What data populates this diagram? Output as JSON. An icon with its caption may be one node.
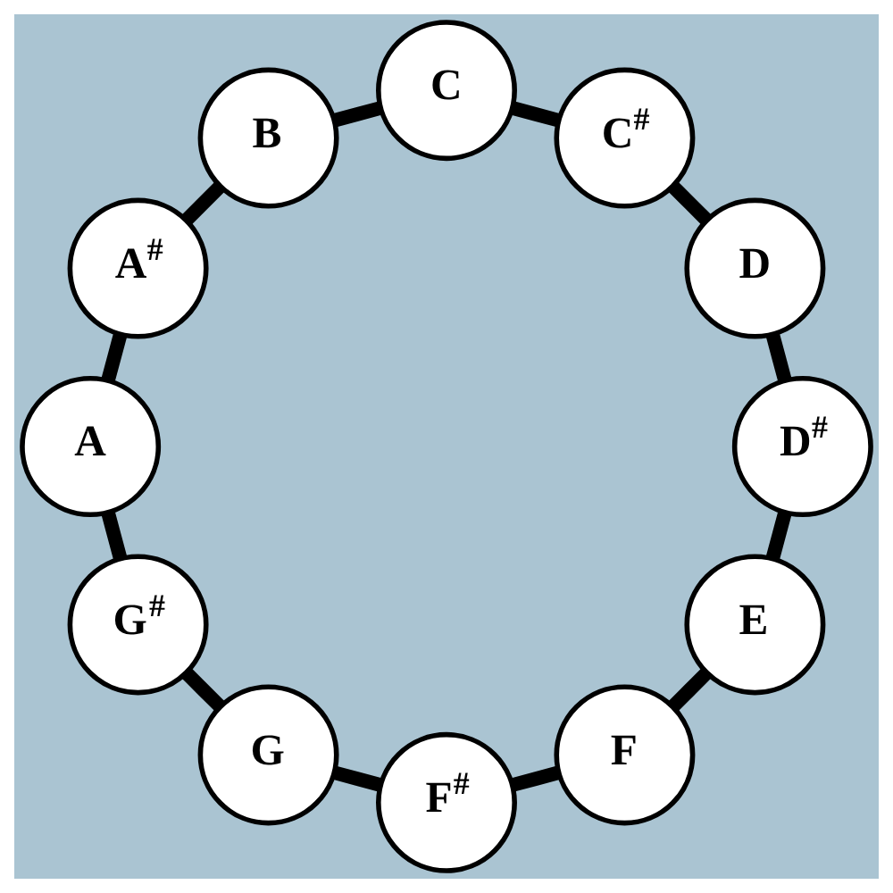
{
  "diagram": {
    "nodes": [
      {
        "text": [
          "C"
        ]
      },
      {
        "text": [
          "C$^{#}$"
        ]
      },
      {
        "text": [
          "D"
        ]
      },
      {
        "text": [
          "D$^{#}$"
        ]
      },
      {
        "text": [
          "E"
        ]
      },
      {
        "text": [
          "F"
        ]
      },
      {
        "text": [
          "F$^{#}$"
        ]
      },
      {
        "text": [
          "G"
        ]
      },
      {
        "text": [
          "G$^{#}$"
        ]
      },
      {
        "text": [
          "A"
        ]
      },
      {
        "text": [
          "A$^{#}$"
        ]
      },
      {
        "text": [
          "B"
        ]
      }
    ],
    "edges": [
      {
        "from": 0,
        "to": 1,
        "arrow": "none"
      },
      {
        "from": 1,
        "to": 2,
        "arrow": "none"
      },
      {
        "from": 2,
        "to": 3,
        "arrow": "none"
      },
      {
        "from": 3,
        "to": 4,
        "arrow": "none"
      },
      {
        "from": 4,
        "to": 5,
        "arrow": "none"
      },
      {
        "from": 5,
        "to": 6,
        "arrow": "none"
      },
      {
        "from": 6,
        "to": 7,
        "arrow": "none"
      },
      {
        "from": 7,
        "to": 8,
        "arrow": "none"
      },
      {
        "from": 8,
        "to": 9,
        "arrow": "none"
      },
      {
        "from": 9,
        "to": 10,
        "arrow": "none"
      },
      {
        "from": 10,
        "to": 11,
        "arrow": "none"
      },
      {
        "from": 11,
        "to": 0,
        "arrow": "none"
      }
    ]
  }
}
